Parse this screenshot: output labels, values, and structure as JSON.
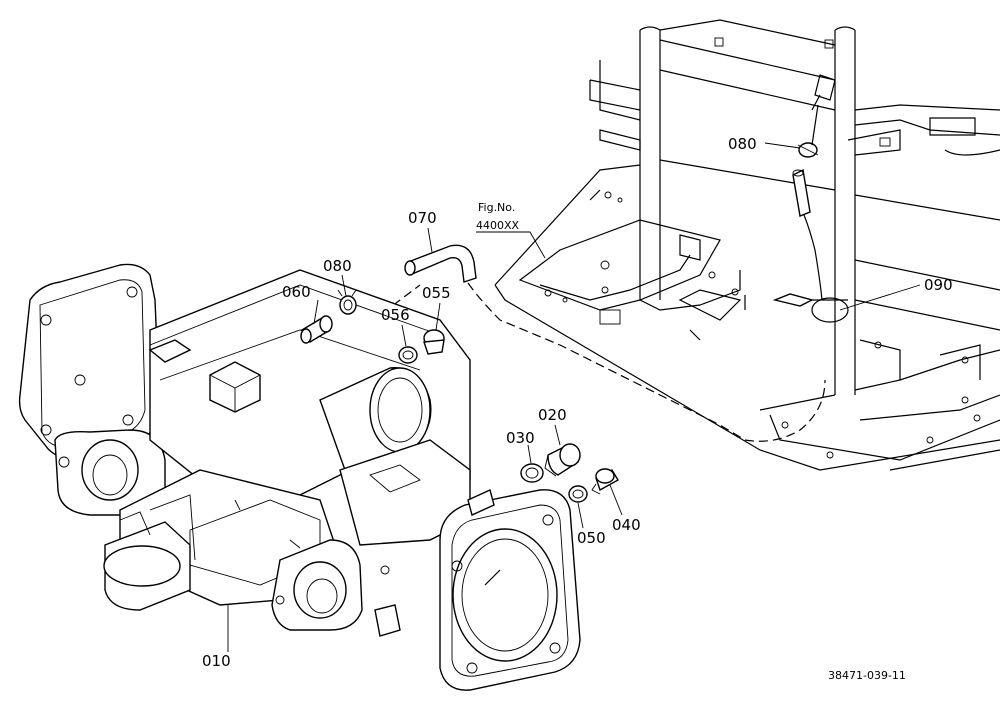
{
  "callouts": {
    "p010": "010",
    "p020": "020",
    "p030": "030",
    "p040": "040",
    "p050": "050",
    "p055": "055",
    "p056": "056",
    "p060": "060",
    "p070": "070",
    "p080a": "080",
    "p080b": "080",
    "p090": "090"
  },
  "figure_ref": {
    "line1": "Fig.No.",
    "line2": "4400XX"
  },
  "drawing_number": "38471-039-11"
}
